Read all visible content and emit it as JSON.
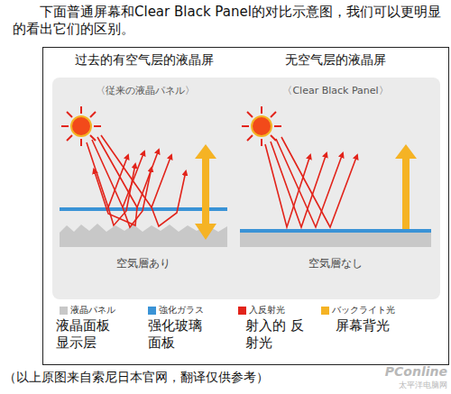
{
  "diagram": {
    "title": "下面普通屏幕和Clear Black Panel的对比示意图，我们可以更明显的看出它们的区别。",
    "labels": [
      "过去的有空气层的液晶屏",
      "无空气层的液晶屏",
      "〈従来の液晶パネル〉",
      "〈Clear Black Panel〉",
      "空気層あり",
      "空気層なし",
      "液晶面板 显示层",
      "强化玻璃 面板",
      "射入的 反射光",
      "屏幕背光",
      "（以上原图来自索尼日本官网，翻译仅供参考）",
      "PConline",
      "太平洋电脑网"
    ],
    "legend": [
      {
        "text": "液晶パネル",
        "color": "#c8c8c8"
      },
      {
        "text": "強化ガラス",
        "color": "#3a93d6"
      },
      {
        "text": "入反射光",
        "color": "#e2231a"
      },
      {
        "text": "バックライト光",
        "color": "#f5b324"
      }
    ]
  }
}
